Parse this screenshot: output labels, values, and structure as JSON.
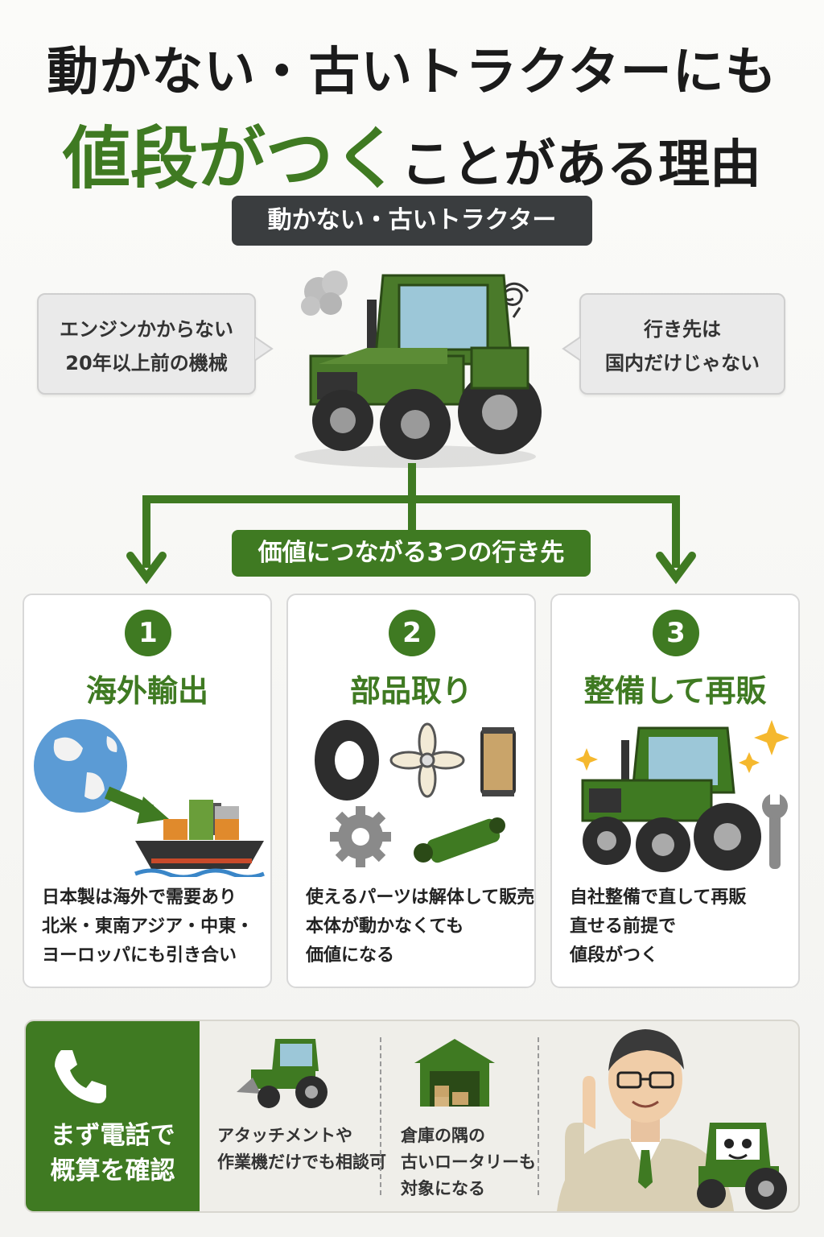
{
  "header": {
    "title_line1": "動かない・古いトラクターにも",
    "title_line2_highlight": "値段がつく",
    "title_line2_rest": "ことがある理由"
  },
  "subject_label": "動かない・古いトラクター",
  "bubble_left": {
    "line1": "エンジンかからない",
    "line2": "20年以上前の機械"
  },
  "bubble_right": {
    "line1": "行き先は",
    "line2": "国内だけじゃない"
  },
  "branch_label": "価値につながる3つの行き先",
  "cards": [
    {
      "number": "1",
      "title": "海外輸出",
      "lines": [
        "日本製は海外で需要あり",
        "北米・東南アジア・中東・",
        "ヨーロッパにも引き合い"
      ]
    },
    {
      "number": "2",
      "title": "部品取り",
      "lines": [
        "使えるパーツは解体して販売",
        "本体が動かなくても",
        "価値になる"
      ]
    },
    {
      "number": "3",
      "title": "整備して再販",
      "lines": [
        "自社整備で直して再販",
        "直せる前提で",
        "値段がつく"
      ]
    }
  ],
  "bottom": {
    "cta": {
      "line1": "まず電話で",
      "line2": "概算を確認"
    },
    "note1": {
      "line1": "アタッチメントや",
      "line2": "作業機だけでも相談可"
    },
    "note2": {
      "line1": "倉庫の隅の",
      "line2": "古いロータリーも",
      "line3": "対象になる"
    }
  },
  "colors": {
    "accent_green": "#3f7a22",
    "dark_pill": "#3a3d3f",
    "tractor_green": "#4a7a2a"
  },
  "icons": [
    "smoke-icon",
    "confused-scribble-icon",
    "globe-icon",
    "cargo-ship-icon",
    "tire-icon",
    "fan-icon",
    "filter-icon",
    "gear-icon",
    "cylinder-icon",
    "sparkle-icon",
    "wrench-icon",
    "phone-icon",
    "warehouse-icon",
    "staff-person",
    "tractor-mascot"
  ]
}
